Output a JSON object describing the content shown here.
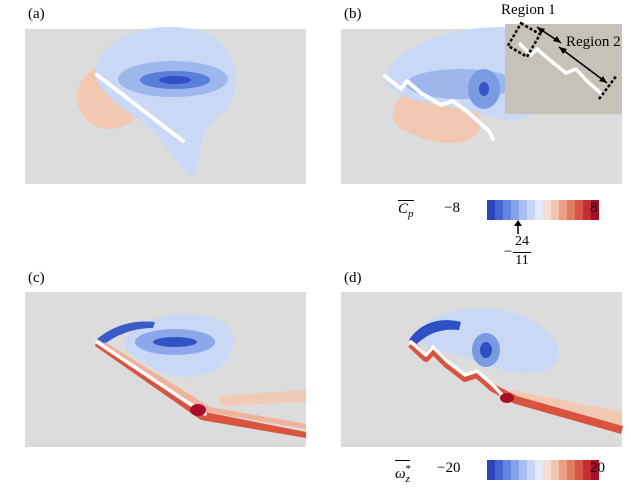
{
  "panels": {
    "a": {
      "label": "(a)"
    },
    "b": {
      "label": "(b)",
      "region1": "Region 1",
      "region2": "Region 2"
    },
    "c": {
      "label": "(c)"
    },
    "d": {
      "label": "(d)"
    }
  },
  "colorbar_cp": {
    "symbol_base": "C",
    "symbol_sub": "p",
    "min": "−8",
    "max": "8",
    "marker_sign": "−",
    "marker_num": "24",
    "marker_den": "11"
  },
  "colorbar_wz": {
    "symbol_base": "ω",
    "symbol_sub": "z",
    "symbol_sup": "*",
    "min": "−20",
    "max": "20"
  },
  "colors": {
    "background": "#dcdcdc",
    "negative_strong": "#1f3fb5",
    "negative_light": "#c9d8f5",
    "positive_light": "#f2c8b3",
    "positive_strong": "#b0152a",
    "inset_bg": "#c7c2b8"
  }
}
